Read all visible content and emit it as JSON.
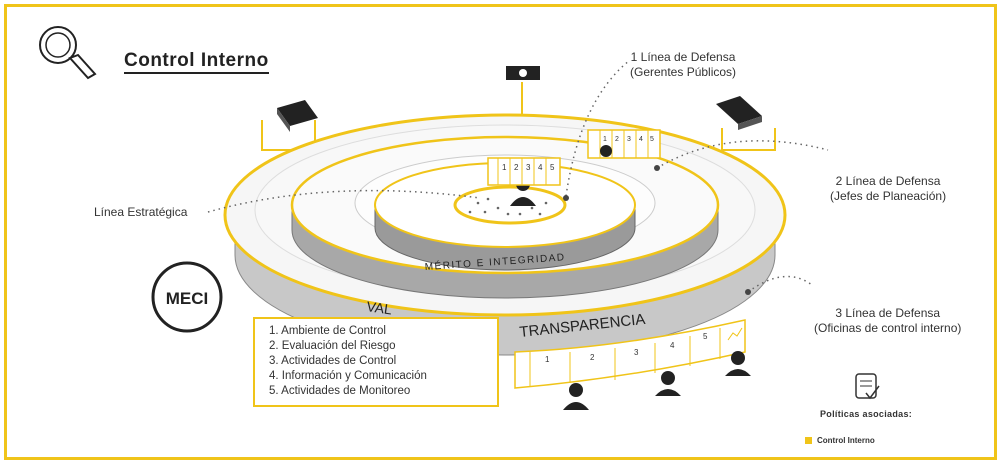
{
  "title": "Control Interno",
  "badge": "MECI",
  "lines": {
    "estrategica": "Línea Estratégica",
    "primera": [
      "1 Línea de Defensa",
      "(Gerentes Públicos)"
    ],
    "segunda": [
      "2 Línea de Defensa",
      "(Jefes de Planeación)"
    ],
    "tercera": [
      "3 Línea de Defensa",
      "(Oficinas de control interno)"
    ]
  },
  "ring_labels": {
    "inner": "MÉRITO E INTEGRIDAD",
    "outer": "TRANSPARENCIA",
    "partial": "VAL"
  },
  "components": [
    "1. Ambiente de Control",
    "2. Evaluación del Riesgo",
    "3. Actividades de Control",
    "4. Información y Comunicación",
    "5. Actividades de Monitoreo"
  ],
  "panel_numbers": [
    "1",
    "2",
    "3",
    "4",
    "5"
  ],
  "policies": {
    "title": "Políticas asociadas:",
    "item": "Control Interno"
  },
  "colors": {
    "accent": "#f0c419",
    "ring_gray": "#bdbdbd",
    "dark_gray": "#8a8a8a"
  },
  "icons": [
    "magnifier-icon",
    "document-icon",
    "camera-icon",
    "book-icon",
    "person-icon",
    "growth-chart-icon"
  ]
}
